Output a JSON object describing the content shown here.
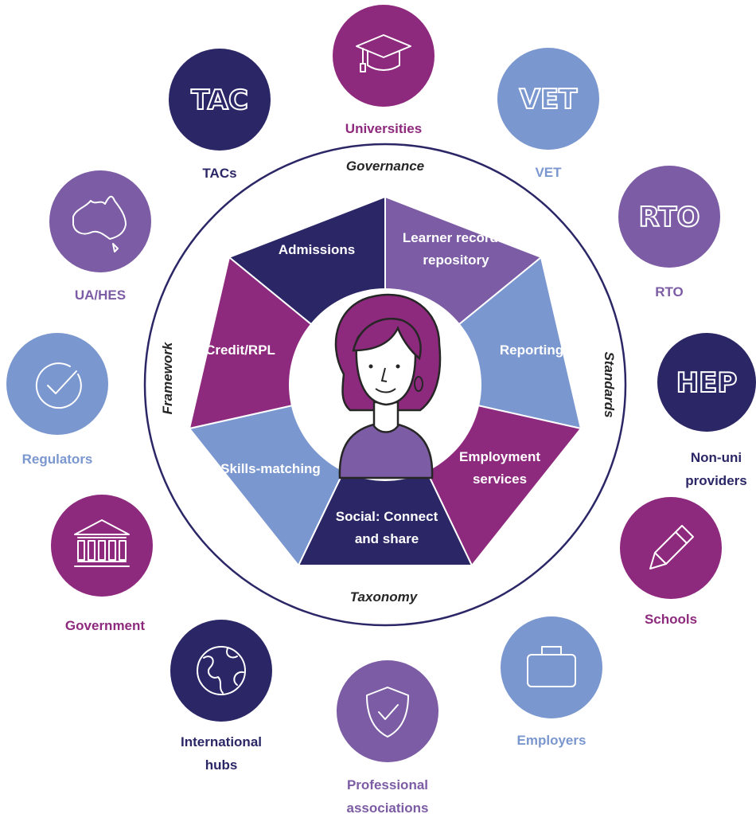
{
  "colors": {
    "navy": "#2b2767",
    "magenta": "#8e2a7d",
    "purple": "#7c5ca4",
    "blue": "#7b97cf",
    "ring_stroke": "#2b2767",
    "text_dark": "#262626"
  },
  "center": {
    "figure": "learner-portrait-icon"
  },
  "ring_labels": {
    "top": "Governance",
    "right": "Standards",
    "bottom": "Taxonomy",
    "left": "Framework"
  },
  "segments": [
    {
      "id": "admissions",
      "lines": [
        "Admissions"
      ],
      "color": "navy"
    },
    {
      "id": "learner-records",
      "lines": [
        "Learner records/",
        "repository"
      ],
      "color": "purple"
    },
    {
      "id": "reporting",
      "lines": [
        "Reporting"
      ],
      "color": "blue"
    },
    {
      "id": "employment-services",
      "lines": [
        "Employment",
        "services"
      ],
      "color": "magenta"
    },
    {
      "id": "social",
      "lines": [
        "Social: Connect",
        "and share"
      ],
      "color": "navy"
    },
    {
      "id": "skills-matching",
      "lines": [
        "Skills-matching"
      ],
      "color": "blue"
    },
    {
      "id": "credit-rpl",
      "lines": [
        "Credit/RPL"
      ],
      "color": "magenta"
    }
  ],
  "nodes": [
    {
      "id": "universities",
      "lines": [
        "Universities"
      ],
      "color": "magenta",
      "icon": "graduation-cap-icon"
    },
    {
      "id": "vet",
      "lines": [
        "VET"
      ],
      "color": "blue",
      "icon": "vet-text-icon",
      "icon_text": "VET"
    },
    {
      "id": "rto",
      "lines": [
        "RTO"
      ],
      "color": "purple",
      "icon": "rto-text-icon",
      "icon_text": "RTO"
    },
    {
      "id": "non-uni-providers",
      "lines": [
        "Non-uni",
        "providers"
      ],
      "color": "navy",
      "icon": "hep-text-icon",
      "icon_text": "HEP"
    },
    {
      "id": "schools",
      "lines": [
        "Schools"
      ],
      "color": "magenta",
      "icon": "pencil-icon"
    },
    {
      "id": "employers",
      "lines": [
        "Employers"
      ],
      "color": "blue",
      "icon": "briefcase-icon"
    },
    {
      "id": "professional-associations",
      "lines": [
        "Professional",
        "associations"
      ],
      "color": "purple",
      "icon": "shield-check-icon"
    },
    {
      "id": "international-hubs",
      "lines": [
        "International",
        "hubs"
      ],
      "color": "navy",
      "icon": "globe-icon"
    },
    {
      "id": "government",
      "lines": [
        "Government"
      ],
      "color": "magenta",
      "icon": "government-building-icon"
    },
    {
      "id": "regulators",
      "lines": [
        "Regulators"
      ],
      "color": "blue",
      "icon": "check-circle-icon"
    },
    {
      "id": "ua-hes",
      "lines": [
        "UA/HES"
      ],
      "color": "purple",
      "icon": "australia-map-icon"
    },
    {
      "id": "tacs",
      "lines": [
        "TACs"
      ],
      "color": "navy",
      "icon": "tac-text-icon",
      "icon_text": "TAC"
    }
  ]
}
